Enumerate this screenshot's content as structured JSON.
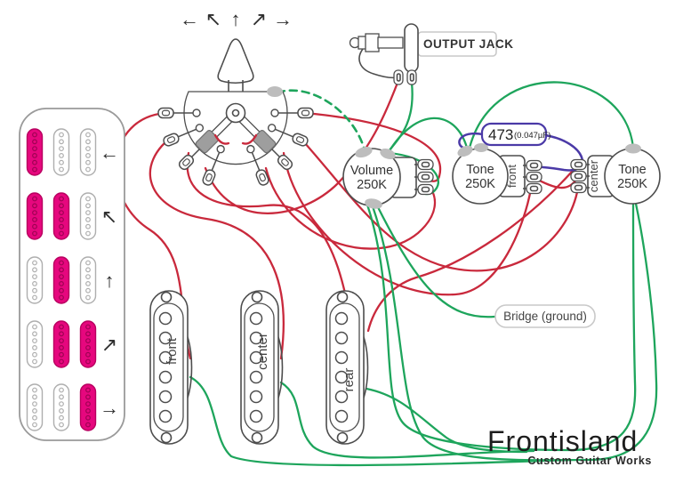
{
  "colors": {
    "wire_red": "#c9293c",
    "wire_green": "#1ea55c",
    "wire_purple": "#4b3aa7",
    "pickup_pink": "#e6077e",
    "pickup_pink_dark": "#b8005f",
    "outline": "#4d4d4d",
    "light_outline": "#aeaeae",
    "solder": "#bdbdbd"
  },
  "switch": {
    "arrows": [
      "←",
      "↖",
      "↑",
      "↗",
      "→"
    ]
  },
  "output_jack": {
    "label": "OUTPUT JACK"
  },
  "pots": {
    "volume": {
      "label": "Volume",
      "value": "250K"
    },
    "tone_front": {
      "label": "Tone",
      "value": "250K",
      "position": "front"
    },
    "tone_center": {
      "label": "Tone",
      "value": "250K",
      "position": "center"
    }
  },
  "capacitor": {
    "code": "473",
    "value": "(0.047µF)"
  },
  "bridge_label": "Bridge (ground)",
  "pickups": [
    {
      "label": "front"
    },
    {
      "label": "center"
    },
    {
      "label": "rear"
    }
  ],
  "selector_chart": {
    "pickup_order": [
      "front",
      "center",
      "rear"
    ],
    "positions": [
      {
        "arrow": "←",
        "active": [
          "front"
        ]
      },
      {
        "arrow": "↖",
        "active": [
          "front",
          "center"
        ]
      },
      {
        "arrow": "↑",
        "active": [
          "center"
        ]
      },
      {
        "arrow": "↗",
        "active": [
          "center",
          "rear"
        ]
      },
      {
        "arrow": "→",
        "active": [
          "rear"
        ]
      }
    ]
  },
  "logo": {
    "name": "Frontisland",
    "tagline": "Custom Guitar Works"
  }
}
